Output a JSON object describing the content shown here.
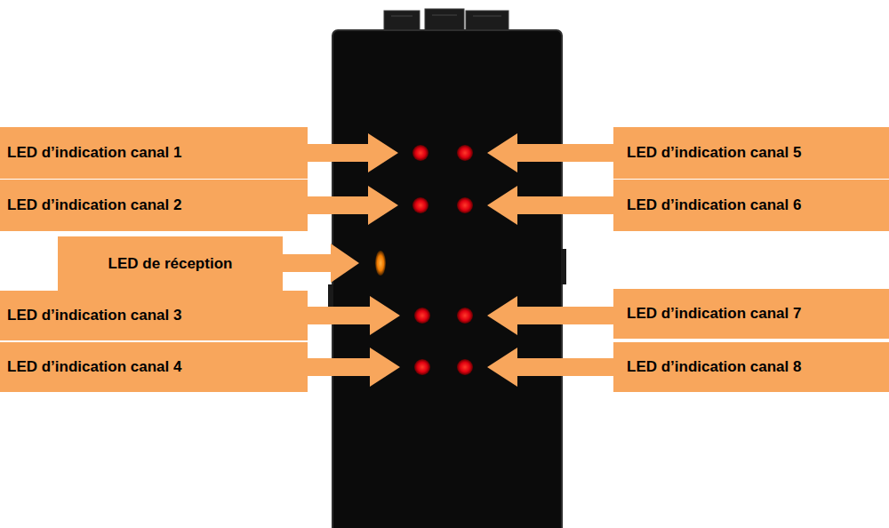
{
  "diagram": {
    "nodes": [
      {
        "text": [
          "LED d’indication canal 1"
        ]
      },
      {
        "text": [
          "LED d’indication canal 5"
        ]
      },
      {
        "text": [
          "LED d’indication canal 2"
        ]
      },
      {
        "text": [
          "LED d’indication canal 6"
        ]
      },
      {
        "text": [
          "LED de réception"
        ]
      },
      {
        "text": [
          "LED d’indication canal 3"
        ]
      },
      {
        "text": [
          "LED d’indication canal 7"
        ]
      },
      {
        "text": [
          "LED d’indication canal 4"
        ]
      },
      {
        "text": [
          "LED d’indication canal 8"
        ]
      }
    ]
  }
}
